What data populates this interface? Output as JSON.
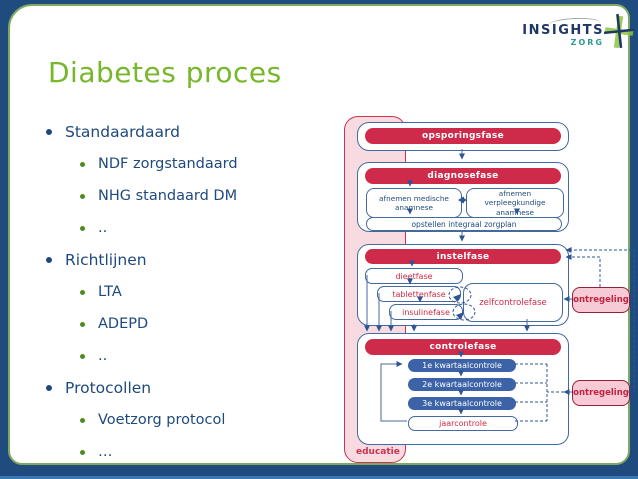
{
  "slide": {
    "title": "Diabetes proces"
  },
  "logo": {
    "name": "INSIGHTS",
    "sub": "ZORG",
    "icon": "cross-plus-icon"
  },
  "bullets": {
    "items": [
      {
        "level": 1,
        "label": "Standaardaard"
      },
      {
        "level": 2,
        "label": "NDF zorgstandaard"
      },
      {
        "level": 2,
        "label": "NHG standaard DM"
      },
      {
        "level": 2,
        "label": ".."
      },
      {
        "level": 1,
        "label": "Richtlijnen"
      },
      {
        "level": 2,
        "label": "LTA"
      },
      {
        "level": 2,
        "label": "ADEPD"
      },
      {
        "level": 2,
        "label": ".."
      },
      {
        "level": 1,
        "label": "Protocollen"
      },
      {
        "level": 2,
        "label": "Voetzorg protocol"
      },
      {
        "level": 2,
        "label": "…"
      }
    ]
  },
  "diagram": {
    "educatie_label": "educatie",
    "opsporingsfase": "opsporingsfase",
    "diagnosefase": "diagnosefase",
    "medische": "afnemen medische anamnese",
    "verpleegkundige": "afnemen verpleegkundige anamnese",
    "zorgplan": "opstellen integraal zorgplan",
    "instelfase": "instelfase",
    "dieetfase": "dieetfase",
    "tablettenfase": "tablettenfase",
    "insulinefase": "insulinefase",
    "zelfcontrolefase": "zelfcontrolefase",
    "controlefase": "controlefase",
    "kwartaal1": "1e kwartaalcontrole",
    "kwartaal2": "2e kwartaalcontrole",
    "kwartaal3": "3e kwartaalcontrole",
    "jaarcontrole": "jaarcontrole",
    "ontregeling_top": "ontregeling",
    "ontregeling_bottom": "ontregeling"
  },
  "colors": {
    "frame_navy": "#1F4B7E",
    "border_green": "#7FA95E",
    "title_green": "#76B82A",
    "text_navy": "#1F497D",
    "phase_red": "#CE2A49",
    "pill_blue": "#3C63A8",
    "pink": "#F8DBE1"
  }
}
